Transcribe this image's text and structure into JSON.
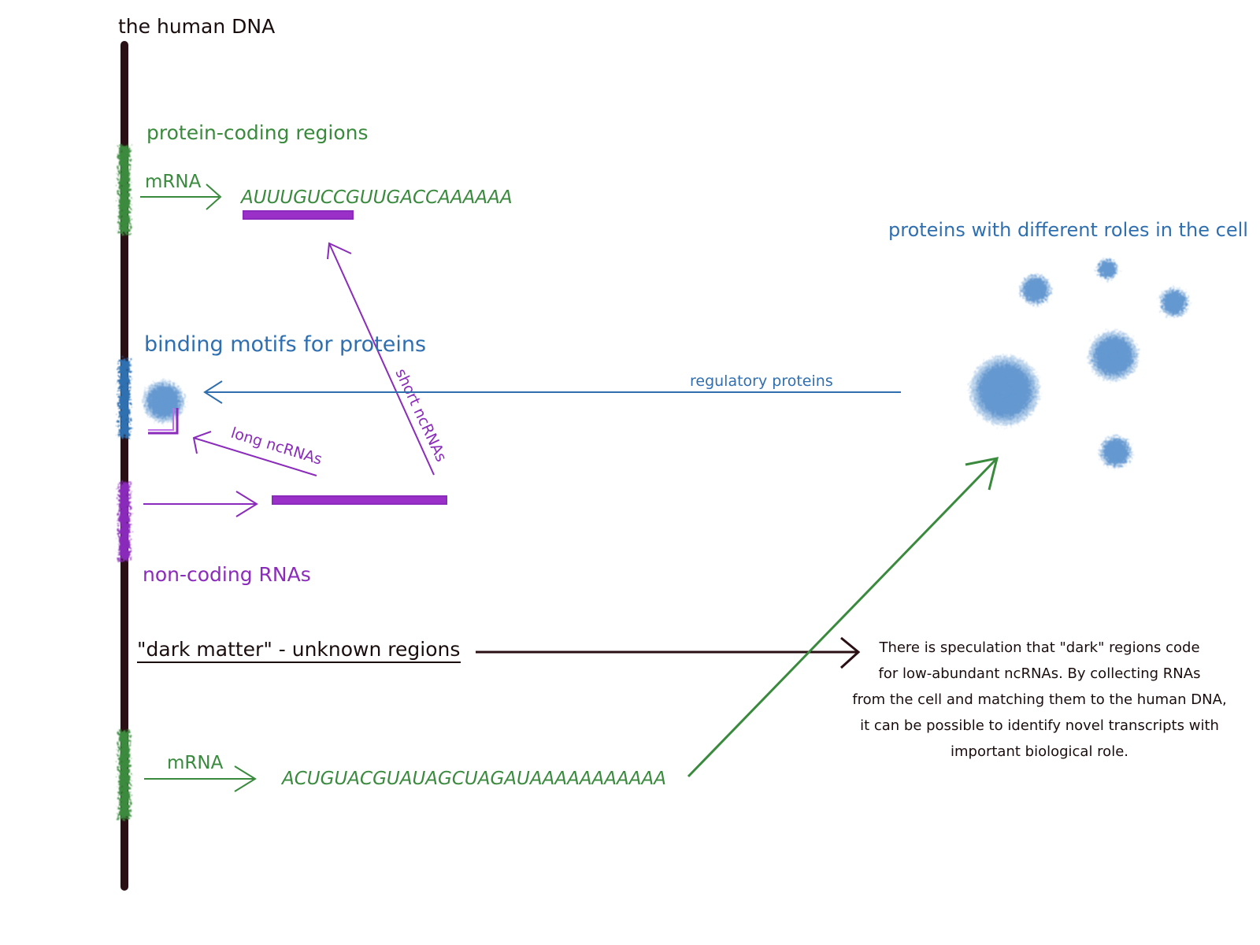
{
  "title": "the human DNA",
  "sections": {
    "protein_coding": "protein-coding regions",
    "binding_motifs": "binding motifs for proteins",
    "non_coding": "non-coding RNAs",
    "dark_matter": "\"dark matter\" - unknown regions",
    "proteins": "proteins with different roles in the cell"
  },
  "arrows": {
    "mrna_top": "mRNA",
    "mrna_bottom": "mRNA",
    "regulatory": "regulatory proteins",
    "long_ncrnas": "long ncRNAs",
    "short_ncrnas": "short ncRNAs"
  },
  "sequences": {
    "top": "AUUUGUCCGUUGACCAAAAAA",
    "bottom": "ACUGUACGUAUAGCUAGAUAAAAAAAAAAA"
  },
  "note_lines": [
    "There is speculation that \"dark\" regions code",
    "for low-abundant ncRNAs. By collecting RNAs",
    "from the cell and matching them to the human DNA,",
    "it can be possible to identify novel transcripts with",
    "important biological role."
  ],
  "colors": {
    "dna": "#2a0f14",
    "green": "#3a8a3e",
    "blue": "#2f6fb0",
    "purple": "#8a2bbb",
    "dark": "#1a0d0d"
  }
}
